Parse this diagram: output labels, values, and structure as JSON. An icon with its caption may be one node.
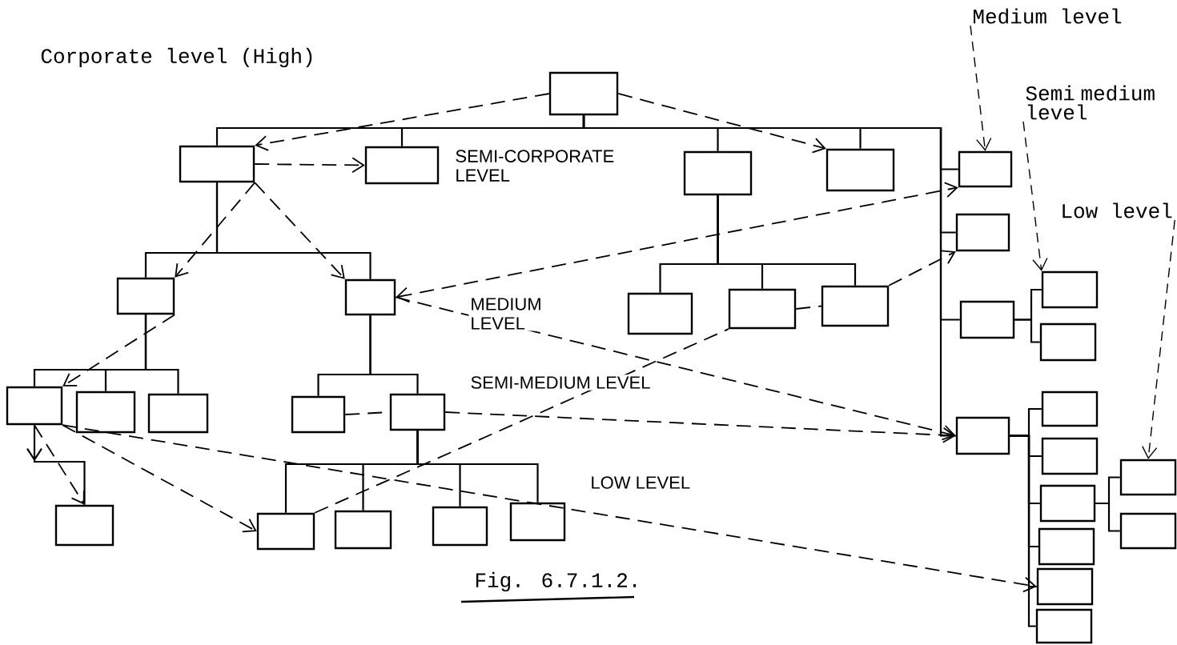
{
  "diagram": {
    "caption": "Fig. 6.7.1.2.",
    "nodes": [
      {
        "text": [],
        "shape": "box"
      },
      {
        "text": [],
        "shape": "box"
      },
      {
        "text": [],
        "shape": "box"
      },
      {
        "text": [],
        "shape": "box"
      },
      {
        "text": [],
        "shape": "box"
      },
      {
        "text": [],
        "shape": "box"
      },
      {
        "text": [],
        "shape": "box"
      },
      {
        "text": [],
        "shape": "box"
      },
      {
        "text": [],
        "shape": "box"
      },
      {
        "text": [],
        "shape": "box"
      },
      {
        "text": [],
        "shape": "box"
      },
      {
        "text": [],
        "shape": "box"
      },
      {
        "text": [],
        "shape": "box"
      },
      {
        "text": [],
        "shape": "box"
      },
      {
        "text": [],
        "shape": "box"
      },
      {
        "text": [],
        "shape": "box"
      },
      {
        "text": [],
        "shape": "box"
      },
      {
        "text": [],
        "shape": "box"
      },
      {
        "text": [],
        "shape": "box"
      },
      {
        "text": [],
        "shape": "box"
      },
      {
        "text": [],
        "shape": "box"
      },
      {
        "text": [],
        "shape": "box"
      },
      {
        "text": [],
        "shape": "box"
      },
      {
        "text": [],
        "shape": "box"
      },
      {
        "text": [],
        "shape": "box"
      },
      {
        "text": [],
        "shape": "box"
      },
      {
        "text": [],
        "shape": "box"
      },
      {
        "text": [],
        "shape": "box"
      },
      {
        "text": [],
        "shape": "box"
      },
      {
        "text": [],
        "shape": "box"
      },
      {
        "text": [],
        "shape": "box"
      },
      {
        "text": [],
        "shape": "box"
      },
      {
        "text": [],
        "shape": "box"
      },
      {
        "text": [],
        "shape": "box"
      },
      {
        "text": [
          "Medium level"
        ]
      },
      {
        "text": [
          "Semi medium level"
        ]
      },
      {
        "text": [
          "Low level"
        ]
      }
    ],
    "edges": [
      {
        "from": 0,
        "to": 1,
        "arrow": "none"
      },
      {
        "from": 0,
        "to": 2,
        "arrow": "none"
      },
      {
        "from": 0,
        "to": 3,
        "arrow": "none"
      },
      {
        "from": 0,
        "to": 4,
        "arrow": "none"
      },
      {
        "from": 0,
        "to": 5,
        "arrow": "none"
      },
      {
        "from": 0,
        "to": 6,
        "arrow": "none"
      },
      {
        "from": 0,
        "to": 12,
        "arrow": "none"
      },
      {
        "from": 0,
        "to": 20,
        "arrow": "none"
      },
      {
        "from": 1,
        "to": 7,
        "arrow": "none"
      },
      {
        "from": 1,
        "to": 8,
        "arrow": "none"
      },
      {
        "from": 3,
        "to": 9,
        "arrow": "none"
      },
      {
        "from": 3,
        "to": 10,
        "arrow": "none"
      },
      {
        "from": 3,
        "to": 11,
        "arrow": "none"
      },
      {
        "from": 12,
        "to": 13,
        "arrow": "none"
      },
      {
        "from": 12,
        "to": 14,
        "arrow": "none"
      },
      {
        "from": 7,
        "to": 15,
        "arrow": "none"
      },
      {
        "from": 7,
        "to": 16,
        "arrow": "none"
      },
      {
        "from": 7,
        "to": 17,
        "arrow": "none"
      },
      {
        "from": 8,
        "to": 18,
        "arrow": "none"
      },
      {
        "from": 8,
        "to": 19,
        "arrow": "none"
      },
      {
        "from": 20,
        "to": 21,
        "arrow": "none"
      },
      {
        "from": 20,
        "to": 22,
        "arrow": "none"
      },
      {
        "from": 20,
        "to": 23,
        "arrow": "none"
      },
      {
        "from": 20,
        "to": 26,
        "arrow": "none"
      },
      {
        "from": 20,
        "to": 27,
        "arrow": "none"
      },
      {
        "from": 20,
        "to": 28,
        "arrow": "none"
      },
      {
        "from": 23,
        "to": 24,
        "arrow": "none"
      },
      {
        "from": 23,
        "to": 25,
        "arrow": "none"
      },
      {
        "from": 15,
        "to": 29,
        "arrow": "to"
      },
      {
        "from": 19,
        "to": 30,
        "arrow": "none"
      },
      {
        "from": 19,
        "to": 31,
        "arrow": "none"
      },
      {
        "from": 19,
        "to": 32,
        "arrow": "none"
      },
      {
        "from": 19,
        "to": 33,
        "arrow": "none"
      },
      {
        "from": 0,
        "to": 1,
        "arrow": "to",
        "style": "dashed"
      },
      {
        "from": 0,
        "to": 4,
        "arrow": "to",
        "style": "dashed"
      },
      {
        "from": 1,
        "to": 2,
        "arrow": "to",
        "style": "dashed"
      },
      {
        "from": 1,
        "to": 7,
        "arrow": "to",
        "style": "dashed"
      },
      {
        "from": 1,
        "to": 8,
        "arrow": "to",
        "style": "dashed"
      },
      {
        "from": 7,
        "to": 15,
        "arrow": "to",
        "style": "dashed"
      },
      {
        "from": 15,
        "to": 29,
        "arrow": "to",
        "style": "dashed"
      },
      {
        "from": 15,
        "to": 30,
        "arrow": "to",
        "style": "dashed"
      },
      {
        "from": 15,
        "to": 27,
        "arrow": "to",
        "style": "dashed"
      },
      {
        "from": 8,
        "to": 5,
        "arrow": "both",
        "style": "dashed"
      },
      {
        "from": 8,
        "to": 20,
        "arrow": "to",
        "style": "dashed"
      },
      {
        "from": 18,
        "to": 19,
        "arrow": "none",
        "style": "dashed"
      },
      {
        "from": 19,
        "to": 20,
        "arrow": "to",
        "style": "dashed"
      },
      {
        "from": 30,
        "to": 10,
        "arrow": "none",
        "style": "dashed"
      },
      {
        "from": 10,
        "to": 11,
        "arrow": "none",
        "style": "dashed"
      },
      {
        "from": 11,
        "to": 6,
        "arrow": "to",
        "style": "dashed"
      },
      {
        "from": 34,
        "to": 5,
        "arrow": "to",
        "style": "dashed"
      },
      {
        "from": 35,
        "to": 13,
        "arrow": "to",
        "style": "dashed"
      },
      {
        "from": 36,
        "to": 24,
        "arrow": "to",
        "style": "dashed"
      }
    ],
    "labels": [
      "Corporate level (High)",
      "SEMI-CORPORATE LEVEL",
      "MEDIUM LEVEL",
      "SEMI-MEDIUM LEVEL",
      "LOW LEVEL"
    ]
  }
}
